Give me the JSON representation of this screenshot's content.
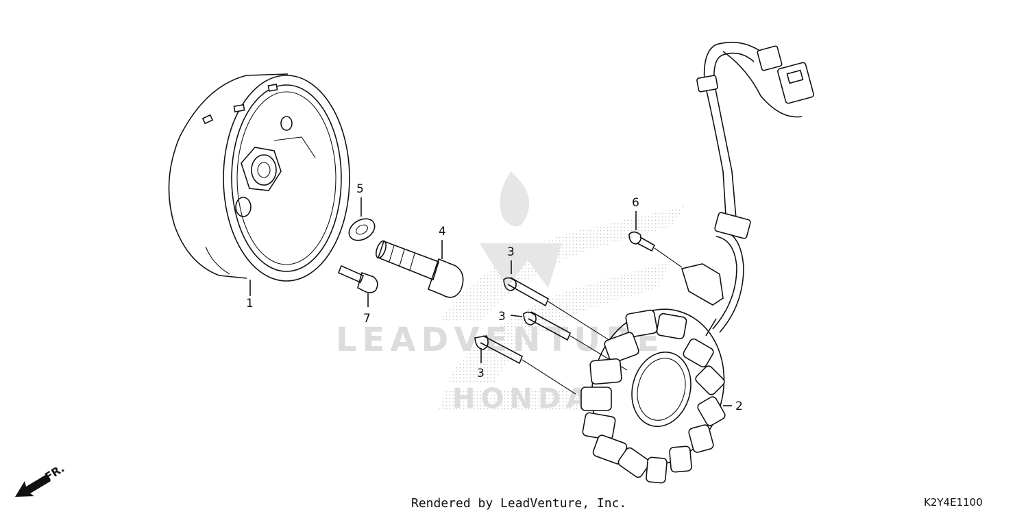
{
  "diagram": {
    "callouts": [
      {
        "id": "1",
        "label": "1"
      },
      {
        "id": "2",
        "label": "2"
      },
      {
        "id": "3a",
        "label": "3"
      },
      {
        "id": "3b",
        "label": "3"
      },
      {
        "id": "3c",
        "label": "3"
      },
      {
        "id": "4",
        "label": "4"
      },
      {
        "id": "5",
        "label": "5"
      },
      {
        "id": "6",
        "label": "6"
      },
      {
        "id": "7",
        "label": "7"
      }
    ],
    "direction_label": "FR.",
    "watermark_text": "LEADVENTURE",
    "watermark_sub": "HONDA",
    "footer_text": "Rendered by LeadVenture, Inc.",
    "diagram_code": "K2Y4E1100"
  },
  "colors": {
    "line": "#111111",
    "watermark": "#dcdcdc",
    "background": "#ffffff"
  }
}
